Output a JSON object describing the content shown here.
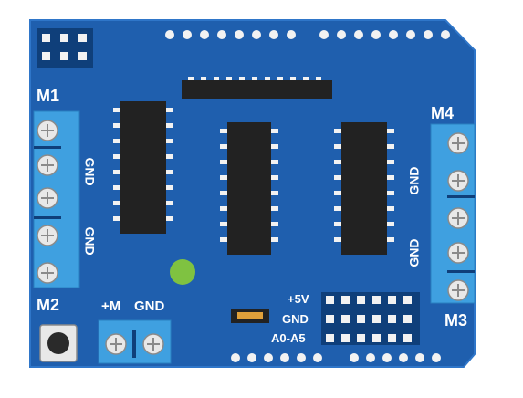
{
  "board": {
    "labels": {
      "m1": "M1",
      "m2": "M2",
      "m3": "M3",
      "m4": "M4",
      "gnd_left_top": "GND",
      "gnd_left_bottom": "GND",
      "gnd_right_top": "GND",
      "gnd_right_bottom": "GND",
      "power_m": "+M",
      "power_gnd": "GND",
      "header_5v": "+5V",
      "header_gnd": "GND",
      "header_a0a5": "A0-A5"
    },
    "colors": {
      "pcb": "#1f5fae",
      "pcb_edge": "#2f76c9",
      "terminal": "#3fa0e0",
      "chip": "#222222",
      "pin": "#f2f2f2",
      "led": "#7fc241",
      "resistor": "#e0a03a"
    },
    "icons": {
      "screw_terminal": "screw-terminal-icon",
      "reset_button": "push-button-icon",
      "led": "led-indicator-icon"
    }
  }
}
